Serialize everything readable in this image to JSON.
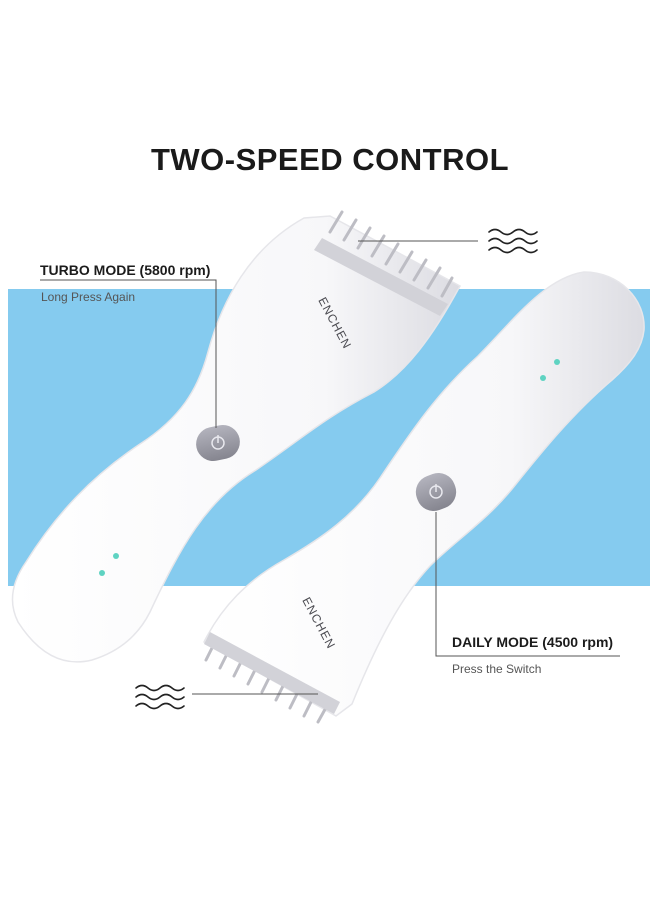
{
  "title": "TWO-SPEED CONTROL",
  "brand": "ENCHEN",
  "turbo": {
    "title": "TURBO MODE (5800 rpm)",
    "subtitle": "Long Press Again"
  },
  "daily": {
    "title": "DAILY MODE (4500 rpm)",
    "subtitle": "Press the Switch"
  },
  "colors": {
    "background_band": "#85cbef",
    "device_body": "#ffffff",
    "power_button": "#9a9aa6",
    "indicator_led": "#5fd3c2",
    "text": "#1b1b1b"
  },
  "icons": [
    "wave-icon",
    "power-icon"
  ]
}
